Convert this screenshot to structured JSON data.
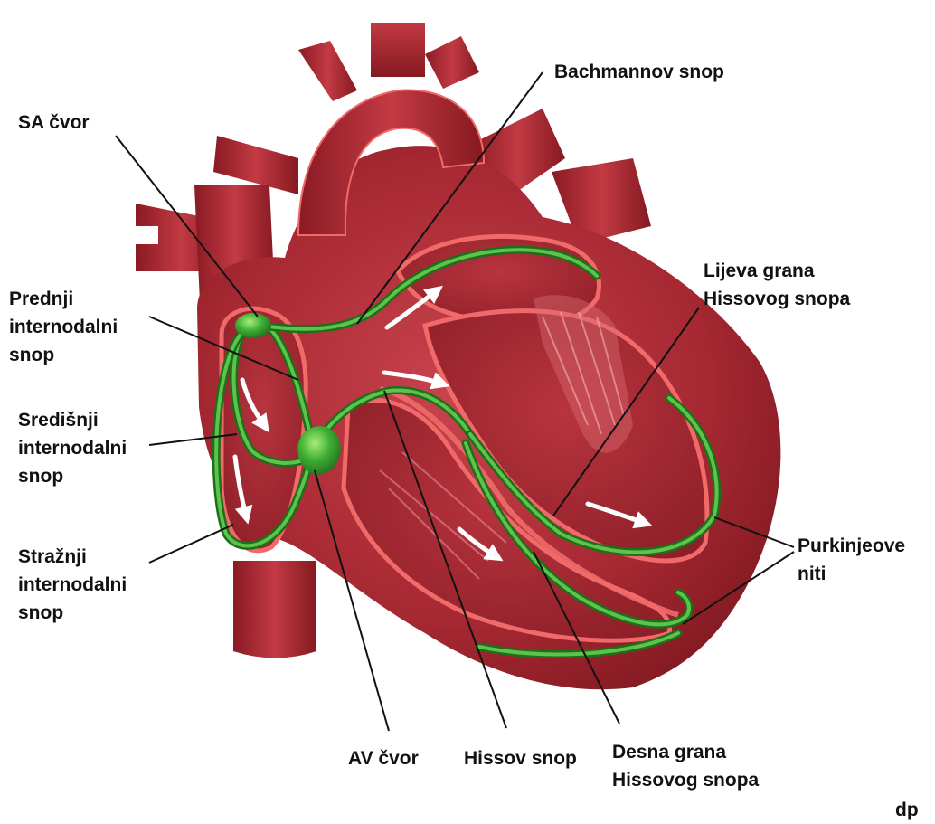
{
  "labels": {
    "sa_node": "SA čvor",
    "bachmann": "Bachmannov snop",
    "anterior": [
      "Prednji",
      "internodalni",
      "snop"
    ],
    "middle": [
      "Središnji",
      "internodalni",
      "snop"
    ],
    "posterior": [
      "Stražnji",
      "internodalni",
      "snop"
    ],
    "left_branch": [
      "Lijeva grana",
      "Hissovog snopa"
    ],
    "purkinje": [
      "Purkinjeove",
      "niti"
    ],
    "av_node": "AV čvor",
    "his_bundle": "Hissov snop",
    "right_branch": [
      "Desna grana",
      "Hissovog snopa"
    ],
    "signature": "dp"
  },
  "colors": {
    "background": "#ffffff",
    "heart_dark": "#8a1a22",
    "heart_mid": "#b02c36",
    "heart_light": "#c9444e",
    "chamber": "#9e2630",
    "edge_pink": "#f06a6a",
    "conduction_green": "#2f9e2a",
    "conduction_highlight": "#8fe06a",
    "arrow": "#ffffff",
    "leader_line": "#111111",
    "text": "#111111"
  }
}
